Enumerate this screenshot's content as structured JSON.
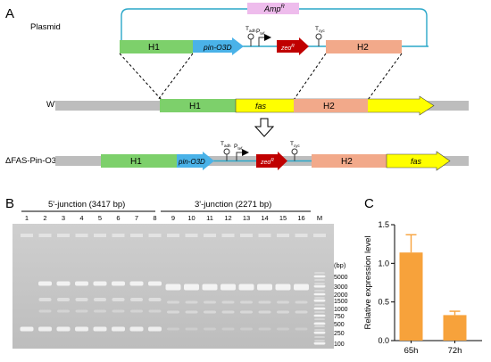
{
  "panel_a": {
    "label": "A",
    "amp": "Amp",
    "amp_sup": "R",
    "plasmid_label": "Plasmid",
    "wt_label": "WT",
    "mutant_label": "ΔFAS-Pin-O3D",
    "h1": "H1",
    "h2": "H2",
    "pin": "pin-O3D",
    "fas": "fas",
    "zeo": "zeo",
    "zeo_sup": "R",
    "t_adh": "T",
    "t_adh_sub": "adh",
    "p_tef": "P",
    "p_tef_sub": "tef",
    "t_cyc": "T",
    "t_cyc_sub": "cyc",
    "colors": {
      "h1": "#7dd06b",
      "pin": "#4ab2e8",
      "zeo": "#c00000",
      "h2": "#f2a98a",
      "fas": "#ffff00",
      "amp": "#eebcec",
      "plasmid_line": "#2aa7c9",
      "genome": "#bdbdbd"
    }
  },
  "panel_b": {
    "label": "B",
    "junction5": "5'-junction (3417 bp)",
    "junction3": "3'-junction (2271 bp)",
    "lanes": [
      "1",
      "2",
      "3",
      "4",
      "5",
      "6",
      "7",
      "8",
      "9",
      "10",
      "11",
      "12",
      "13",
      "14",
      "15",
      "16",
      "M"
    ],
    "bp_label": "(bp)",
    "ladder": [
      "5000",
      "3000",
      "2000",
      "1500",
      "1000",
      "750",
      "500",
      "250",
      "100"
    ]
  },
  "panel_c": {
    "label": "C",
    "chart_data": {
      "type": "bar",
      "categories": [
        "65h",
        "72h"
      ],
      "values": [
        1.14,
        0.33
      ],
      "errors": [
        0.23,
        0.05
      ],
      "ylabel": "Relative expression level",
      "ylim": [
        0,
        1.5
      ],
      "yticks": [
        "0.0",
        "0.5",
        "1.0",
        "1.5"
      ],
      "bar_color": "#f7a23b"
    }
  }
}
